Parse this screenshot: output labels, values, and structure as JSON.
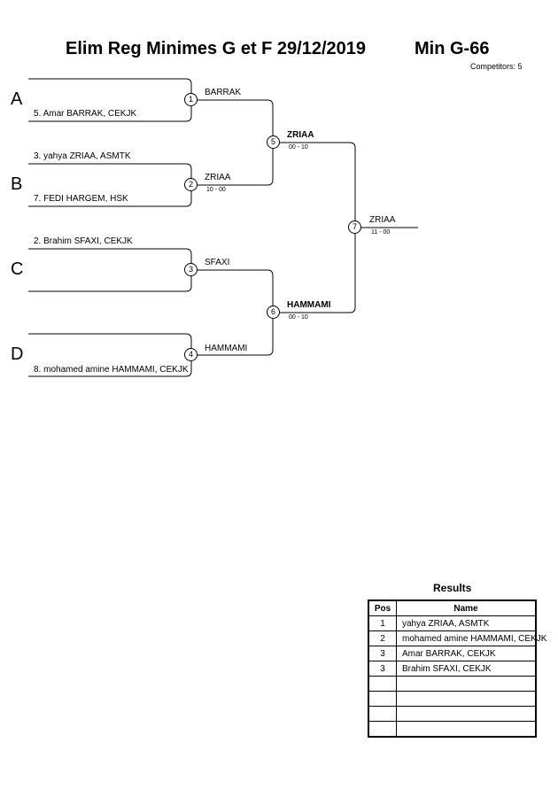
{
  "header": {
    "title": "Elim Reg Minimes G et F  29/12/2019",
    "category": "Min G-66",
    "competitors": "Competitors: 5"
  },
  "pools": [
    "A",
    "B",
    "C",
    "D"
  ],
  "entries": [
    {
      "slot": "A-bottom",
      "text": "5. Amar BARRAK, CEKJK"
    },
    {
      "slot": "B-top",
      "text": "3. yahya ZRIAA, ASMTK"
    },
    {
      "slot": "B-bottom",
      "text": "7. FEDI HARGEM, HSK"
    },
    {
      "slot": "C-top",
      "text": "2. Brahim SFAXI, CEKJK"
    },
    {
      "slot": "D-bottom",
      "text": "8. mohamed amine HAMMAMI, CEKJK"
    }
  ],
  "matches": [
    {
      "number": "1",
      "winner": "BARRAK",
      "score": ""
    },
    {
      "number": "2",
      "winner": "ZRIAA",
      "score": "10 - 00"
    },
    {
      "number": "3",
      "winner": "SFAXI",
      "score": ""
    },
    {
      "number": "4",
      "winner": "HAMMAMI",
      "score": ""
    },
    {
      "number": "5",
      "winner": "ZRIAA",
      "score": "00 - 10"
    },
    {
      "number": "6",
      "winner": "HAMMAMI",
      "score": "00 - 10"
    },
    {
      "number": "7",
      "winner": "ZRIAA",
      "score": "11 - 00"
    }
  ],
  "results": {
    "title": "Results",
    "headers": [
      "Pos",
      "Name"
    ],
    "rows": [
      {
        "pos": "1",
        "name": "yahya ZRIAA, ASMTK"
      },
      {
        "pos": "2",
        "name": "mohamed amine HAMMAMI, CEKJK"
      },
      {
        "pos": "3",
        "name": "Amar BARRAK, CEKJK"
      },
      {
        "pos": "3",
        "name": "Brahim SFAXI, CEKJK"
      },
      {
        "pos": "",
        "name": ""
      },
      {
        "pos": "",
        "name": ""
      },
      {
        "pos": "",
        "name": ""
      },
      {
        "pos": "",
        "name": ""
      }
    ]
  }
}
